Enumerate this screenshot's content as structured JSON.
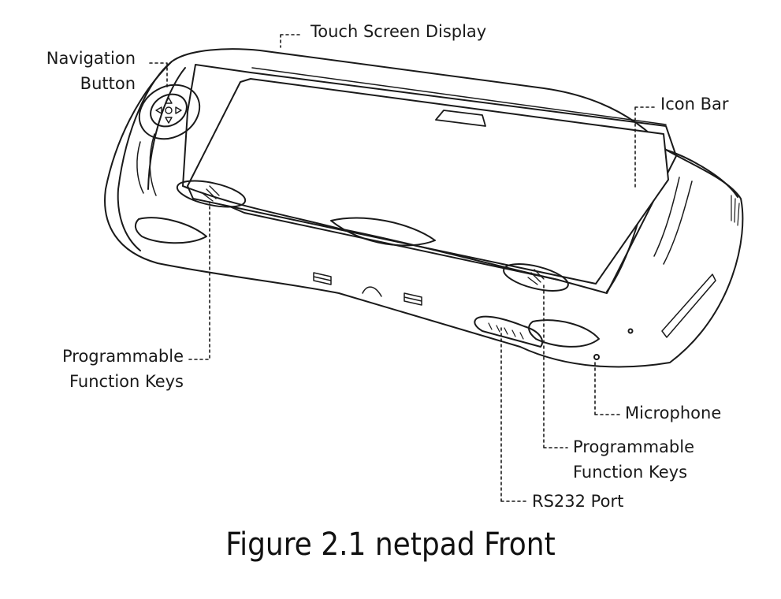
{
  "labels": {
    "touch_screen": "Touch Screen Display",
    "navigation_line1": "Navigation",
    "navigation_line2": "Button",
    "icon_bar": "Icon Bar",
    "prog_keys_left_line1": "Programmable",
    "prog_keys_left_line2": "Function Keys",
    "microphone": "Microphone",
    "prog_keys_right_line1": "Programmable",
    "prog_keys_right_line2": "Function Keys",
    "rs232": "RS232 Port"
  },
  "caption": "Figure 2.1 netpad Front",
  "colors": {
    "line": "#1a1a1a",
    "background": "#ffffff"
  }
}
